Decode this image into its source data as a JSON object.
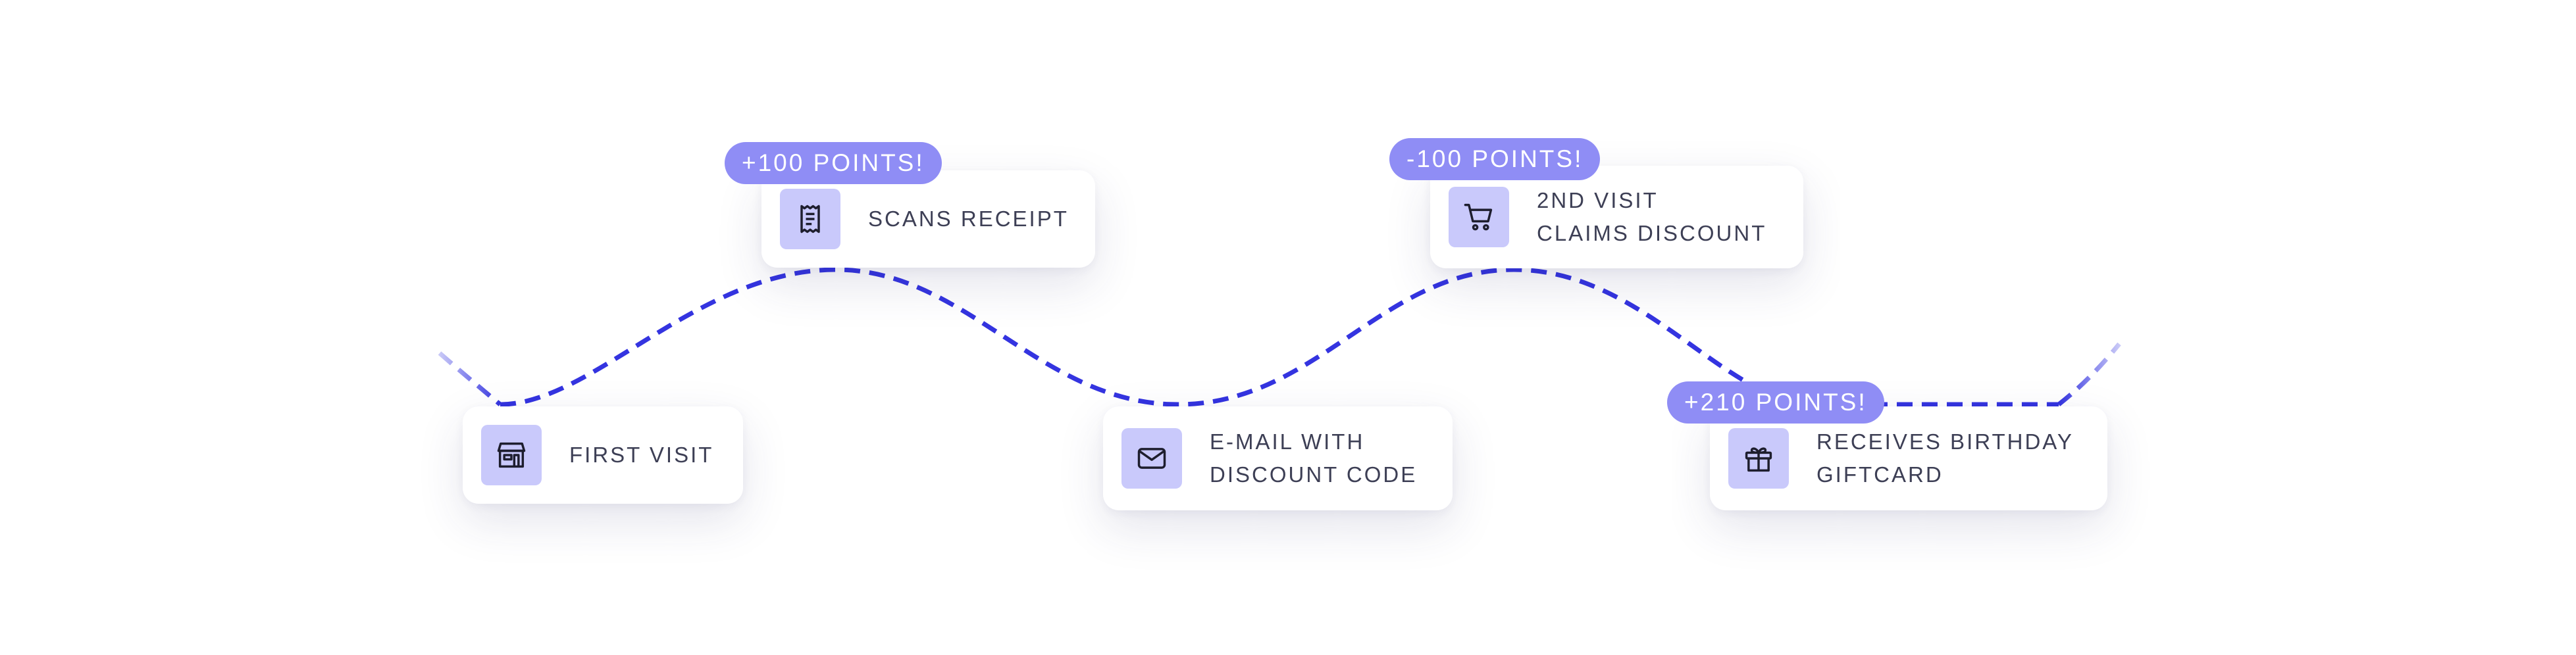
{
  "colors": {
    "path": "#3434e0",
    "path_fade": "#c9c9f7",
    "badge": "#8f8df5",
    "icon_bg": "#c9c9fb",
    "text": "#3d3f55"
  },
  "steps": [
    {
      "icon": "store-icon",
      "lines": [
        "FIRST VISIT"
      ]
    },
    {
      "icon": "receipt-icon",
      "lines": [
        "SCANS RECEIPT"
      ],
      "badge": "+100 POINTS!"
    },
    {
      "icon": "envelope-icon",
      "lines": [
        "E-MAIL WITH",
        "DISCOUNT CODE"
      ]
    },
    {
      "icon": "cart-icon",
      "lines": [
        "2ND VISIT",
        "CLAIMS DISCOUNT"
      ],
      "badge": "-100 POINTS!"
    },
    {
      "icon": "gift-icon",
      "lines": [
        "RECEIVES BIRTHDAY",
        "GIFTCARD"
      ],
      "badge": "+210 POINTS!"
    }
  ]
}
